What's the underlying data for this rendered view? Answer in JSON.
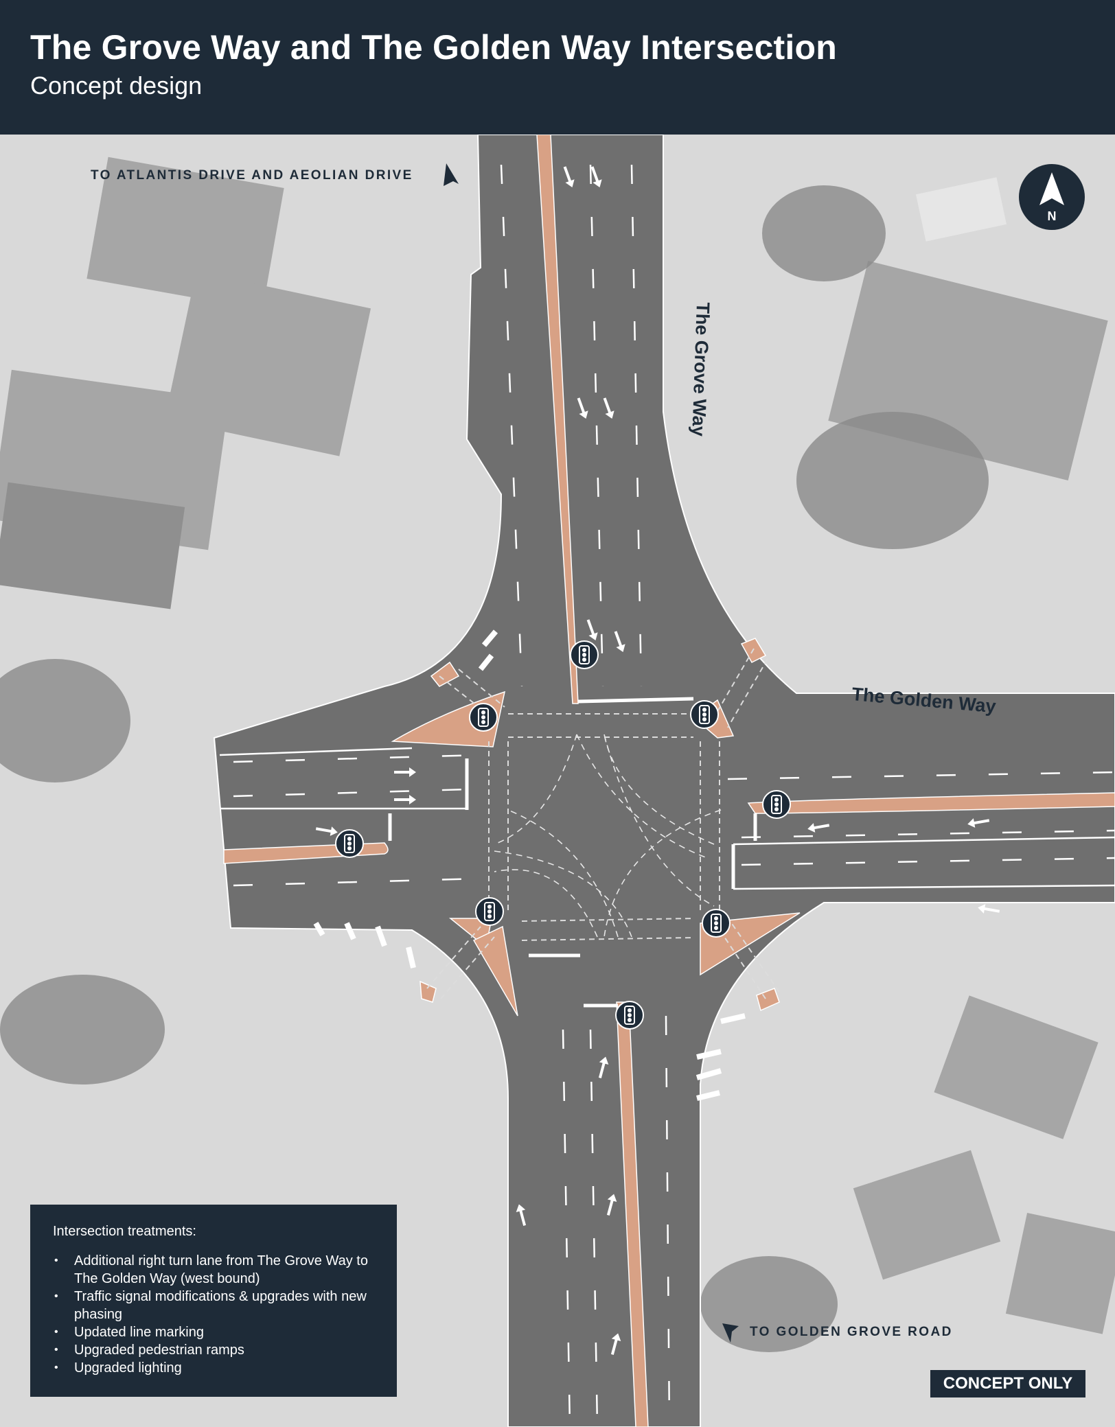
{
  "header": {
    "title": "The Grove Way and The Golden Way Intersection",
    "subtitle": "Concept design"
  },
  "map": {
    "destination_north": "TO ATLANTIS DRIVE AND AEOLIAN DRIVE",
    "destination_south": "TO GOLDEN GROVE ROAD",
    "road_north_south": "The Grove Way",
    "road_east_west": "The Golden Way",
    "compass_label": "N",
    "icons": {
      "traffic_signal": "traffic-signal-icon",
      "north_arrow": "north-arrow-icon",
      "direction_arrow": "direction-arrow-icon"
    },
    "colors": {
      "road": "#6f6f6f",
      "median": "#d8a185",
      "background": "#d9d9d9",
      "building": "#a6a6a6",
      "vegetation": "#7f7f7f",
      "panel": "#1e2b38",
      "marking": "#ffffff"
    }
  },
  "legend": {
    "heading": "Intersection treatments:",
    "items": [
      "Additional right turn lane from The Grove Way to The Golden Way (west bound)",
      "Traffic signal modifications & upgrades with new phasing",
      "Updated line marking",
      "Upgraded pedestrian ramps",
      "Upgraded lighting"
    ]
  },
  "badge": {
    "label": "CONCEPT ONLY"
  }
}
